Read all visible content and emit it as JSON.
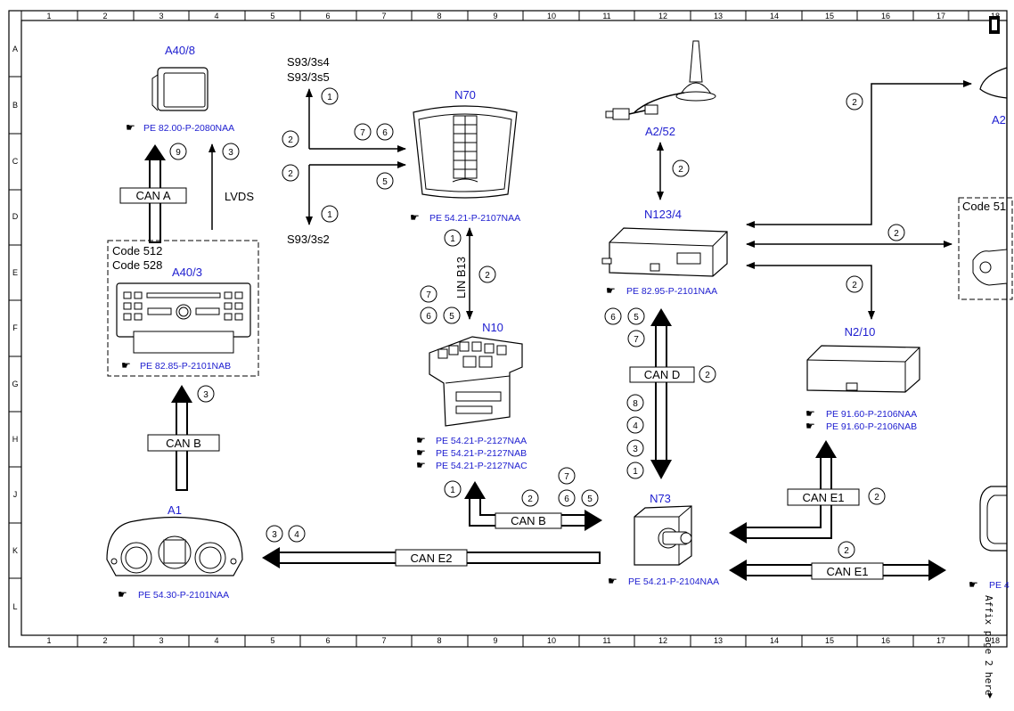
{
  "grid": {
    "columns": [
      "1",
      "2",
      "3",
      "4",
      "5",
      "6",
      "7",
      "8",
      "9",
      "10",
      "11",
      "12",
      "13",
      "14",
      "15",
      "16",
      "17",
      "18"
    ],
    "rows": [
      "A",
      "B",
      "C",
      "D",
      "E",
      "F",
      "G",
      "H",
      "J",
      "K",
      "L"
    ]
  },
  "components": {
    "a40_8": {
      "id": "A40/8",
      "refs": [
        "PE 82.00-P-2080NAA"
      ]
    },
    "a40_3": {
      "id": "A40/3",
      "codes": [
        "Code 512",
        "Code 528"
      ],
      "refs": [
        "PE 82.85-P-2101NAB"
      ]
    },
    "a1": {
      "id": "A1",
      "refs": [
        "PE 54.30-P-2101NAA"
      ]
    },
    "n70": {
      "id": "N70",
      "refs": [
        "PE 54.21-P-2107NAA"
      ]
    },
    "n10": {
      "id": "N10",
      "refs": [
        "PE 54.21-P-2127NAA",
        "PE 54.21-P-2127NAB",
        "PE 54.21-P-2127NAC"
      ]
    },
    "a2_52": {
      "id": "A2/52"
    },
    "n123_4": {
      "id": "N123/4",
      "refs": [
        "PE 82.95-P-2101NAA"
      ]
    },
    "n2_10": {
      "id": "N2/10",
      "refs": [
        "PE 91.60-P-2106NAA",
        "PE 91.60-P-2106NAB"
      ]
    },
    "n73": {
      "id": "N73",
      "refs": [
        "PE 54.21-P-2104NAA"
      ]
    },
    "a2_partial": {
      "id": "A2"
    },
    "code_partial": {
      "id": "Code 51"
    },
    "pe_partial": {
      "id": "PE 4"
    }
  },
  "switches": {
    "s93_top": [
      "S93/3s4",
      "S93/3s5"
    ],
    "s93_bottom": "S93/3s2"
  },
  "buses": {
    "can_a": "CAN A",
    "can_b_left": "CAN B",
    "can_b_mid": "CAN B",
    "can_d": "CAN D",
    "can_e1_upper": "CAN E1",
    "can_e1_lower": "CAN E1",
    "can_e2": "CAN E2",
    "lvds": "LVDS",
    "lin_b13": "LIN B13"
  },
  "circles": {
    "a40_8_left": "9",
    "a40_8_right": "3",
    "a40_3_in": "3",
    "a1_left": "3",
    "a1_right": "4",
    "s_up": "1",
    "s_h1": "2",
    "s_h2": "2",
    "s_down": "1",
    "n70_7": "7",
    "n70_6": "6",
    "n70_5": "5",
    "lin_1": "1",
    "lin_2": "2",
    "n10_7": "7",
    "n10_6": "6",
    "n10_5": "5",
    "canb_1": "1",
    "canb_2": "2",
    "canb_7": "7",
    "canb_6": "6",
    "canb_5": "5",
    "a252_2": "2",
    "cand_6": "6",
    "cand_5": "5",
    "cand_7": "7",
    "cand_2": "2",
    "cand_8": "8",
    "cand_4": "4",
    "cand_3": "3",
    "cand_1": "1",
    "right_top_2": "2",
    "right_mid_2": "2",
    "right_n210_2": "2",
    "cane1_up_2": "2",
    "cane1_low_2": "2"
  },
  "side_note": "Affix page 2 here"
}
